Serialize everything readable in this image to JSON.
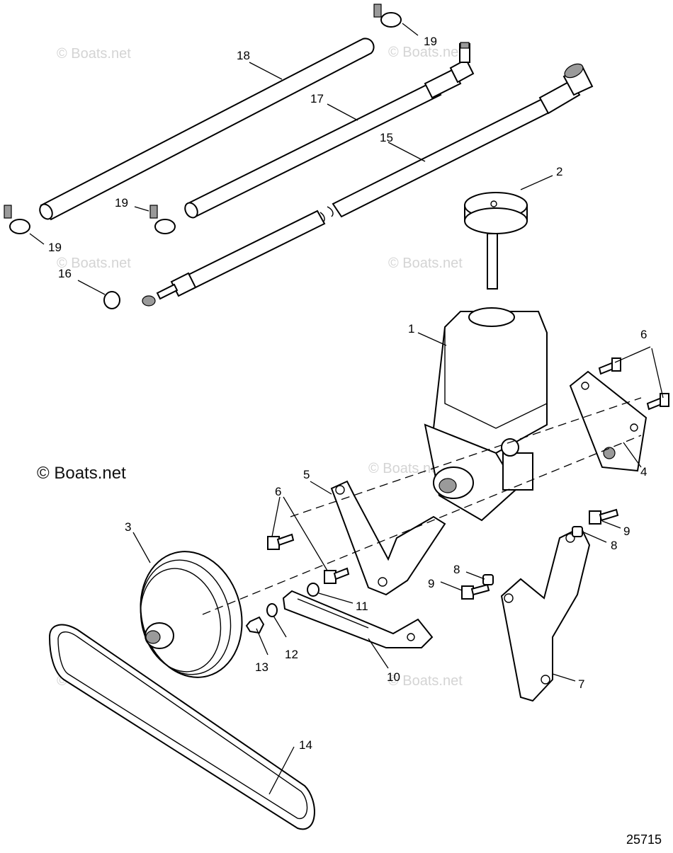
{
  "watermark": {
    "text": "© Boats.net",
    "prominent_text": "© Boats.net"
  },
  "reference_number": "25715",
  "callouts": {
    "c1": "1",
    "c2": "2",
    "c3": "3",
    "c4": "4",
    "c5": "5",
    "c6a": "6",
    "c6b": "6",
    "c7": "7",
    "c8a": "8",
    "c8b": "8",
    "c9a": "9",
    "c9b": "9",
    "c10": "10",
    "c11": "11",
    "c12": "12",
    "c13": "13",
    "c14": "14",
    "c15": "15",
    "c16": "16",
    "c17": "17",
    "c18": "18",
    "c19a": "19",
    "c19b": "19",
    "c19c": "19"
  },
  "colors": {
    "line": "#000000",
    "watermark": "#d4d4d4",
    "background": "#ffffff"
  }
}
